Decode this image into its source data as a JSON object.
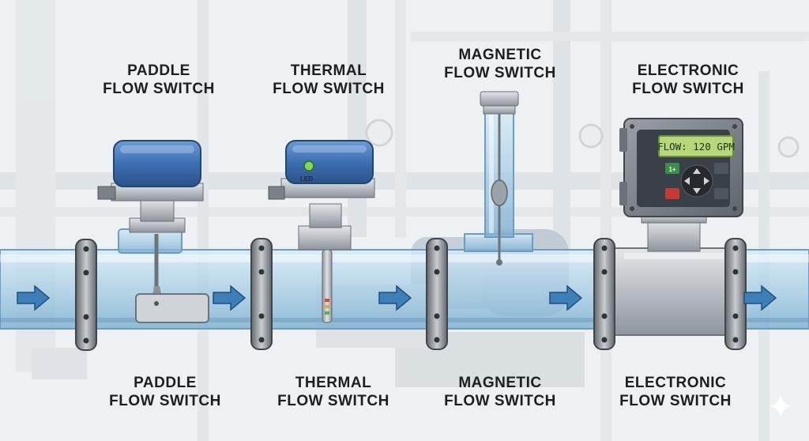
{
  "top_labels": [
    {
      "line1": "PADDLE",
      "line2": "FLOW SWITCH"
    },
    {
      "line1": "THERMAL",
      "line2": "FLOW SWITCH"
    },
    {
      "line1": "MAGNETIC",
      "line2": "FLOW SWITCH"
    },
    {
      "line1": "ELECTRONIC",
      "line2": "FLOW SWITCH"
    }
  ],
  "bottom_labels": [
    {
      "line1": "PADDLE",
      "line2": "FLOW SWITCH"
    },
    {
      "line1": "THERMAL",
      "line2": "FLOW SWITCH"
    },
    {
      "line1": "MAGNETIC",
      "line2": "FLOW SWITCH"
    },
    {
      "line1": "ELECTRONIC",
      "line2": "FLOW SWITCH"
    }
  ],
  "thermal_led_label": "LED",
  "electronic_display": "FLOW: 120 GPM",
  "electronic_keypad_label": "1+",
  "colors": {
    "pipe": "#a9cfe6",
    "housing_blue": "#3d6fb3",
    "steel": "#b9bec4",
    "flow_arrow": "#3f7fb8",
    "lcd": "#b7d77a",
    "keypad_green": "#3b8f4a",
    "keypad_red": "#c43a34"
  },
  "icons": [
    "flow-arrow-icon",
    "led-indicator-icon",
    "dpad-icon",
    "sparkle-icon"
  ]
}
